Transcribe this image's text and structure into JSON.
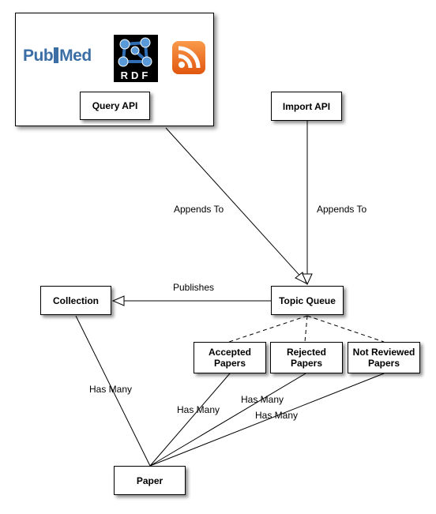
{
  "source_panel": {
    "logos": [
      {
        "name": "pubmed-logo",
        "text_pub": "Pub",
        "text_med": "Med",
        "color": "#3a6ea5"
      },
      {
        "name": "rdf-logo",
        "text": "RDF",
        "color": "#1a4f8a"
      },
      {
        "name": "rss-logo",
        "color": "#f26522"
      }
    ],
    "query_api": "Query API"
  },
  "nodes": {
    "import_api": "Import API",
    "collection": "Collection",
    "topic_queue": "Topic Queue",
    "accepted_papers": "Accepted Papers",
    "rejected_papers": "Rejected Papers",
    "not_reviewed_papers": "Not Reviewed Papers",
    "paper": "Paper"
  },
  "edges": {
    "query_appends": "Appends To",
    "import_appends": "Appends To",
    "publishes": "Publishes",
    "collection_has_many": "Has Many",
    "accepted_has_many": "Has Many",
    "rejected_has_many": "Has Many",
    "not_reviewed_has_many": "Has Many"
  }
}
